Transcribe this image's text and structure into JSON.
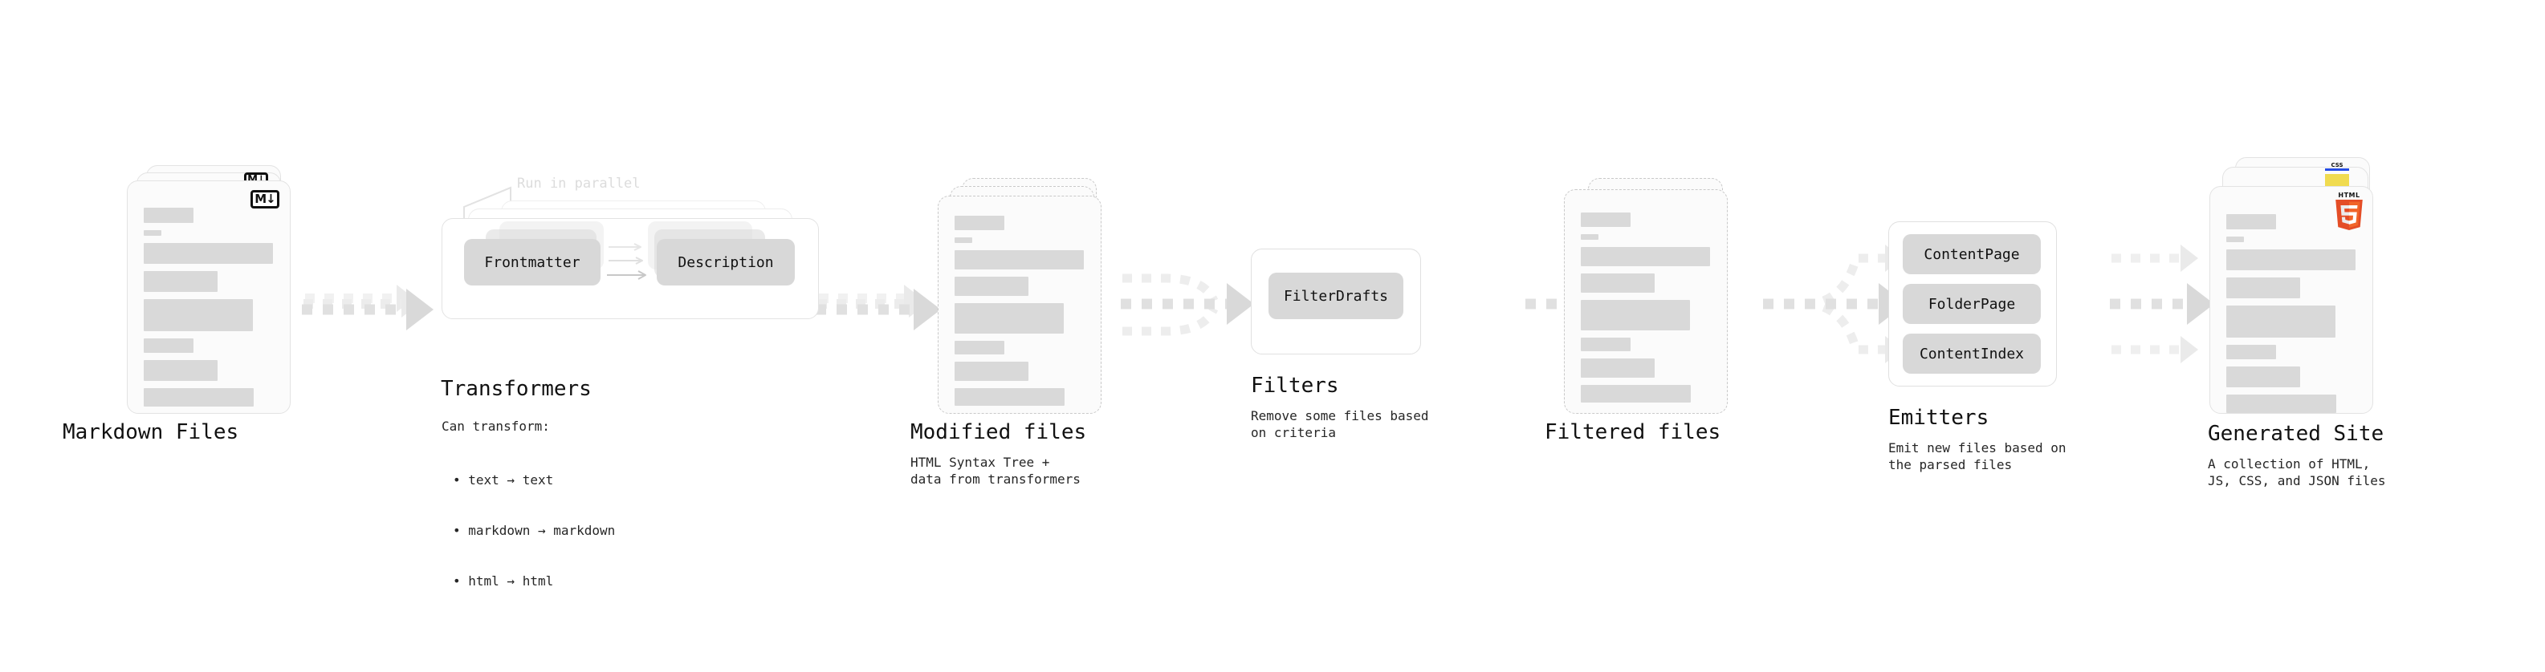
{
  "diagram": {
    "title_font_color": "#111111",
    "accent_muted": "#d9d9d9",
    "stages": [
      {
        "id": "markdown-files",
        "title": "Markdown Files",
        "subtitle": "",
        "badge": "markdown-icon",
        "badge_text": "M↓"
      },
      {
        "id": "transformers",
        "title": "Transformers",
        "subtitle": "Can transform:",
        "note": "Run in parallel",
        "chips": [
          "Frontmatter",
          "Description"
        ],
        "bullets": [
          "text → text",
          "markdown → markdown",
          "html → html"
        ]
      },
      {
        "id": "modified-files",
        "title": "Modified files",
        "subtitle": "HTML Syntax Tree +\ndata from transformers"
      },
      {
        "id": "filters",
        "title": "Filters",
        "subtitle": "Remove some files based\non criteria",
        "chips": [
          "FilterDrafts"
        ]
      },
      {
        "id": "filtered-files",
        "title": "Filtered files",
        "subtitle": ""
      },
      {
        "id": "emitters",
        "title": "Emitters",
        "subtitle": "Emit new files based on\nthe parsed files",
        "chips": [
          "ContentPage",
          "FolderPage",
          "ContentIndex"
        ]
      },
      {
        "id": "generated-site",
        "title": "Generated Site",
        "subtitle": "A collection of HTML,\nJS, CSS, and JSON files",
        "badges": [
          "css-icon",
          "js-icon",
          "html5-icon"
        ],
        "badge_texts": {
          "css": "CSS",
          "html5": "HTML",
          "html5_num": "5"
        }
      }
    ]
  }
}
